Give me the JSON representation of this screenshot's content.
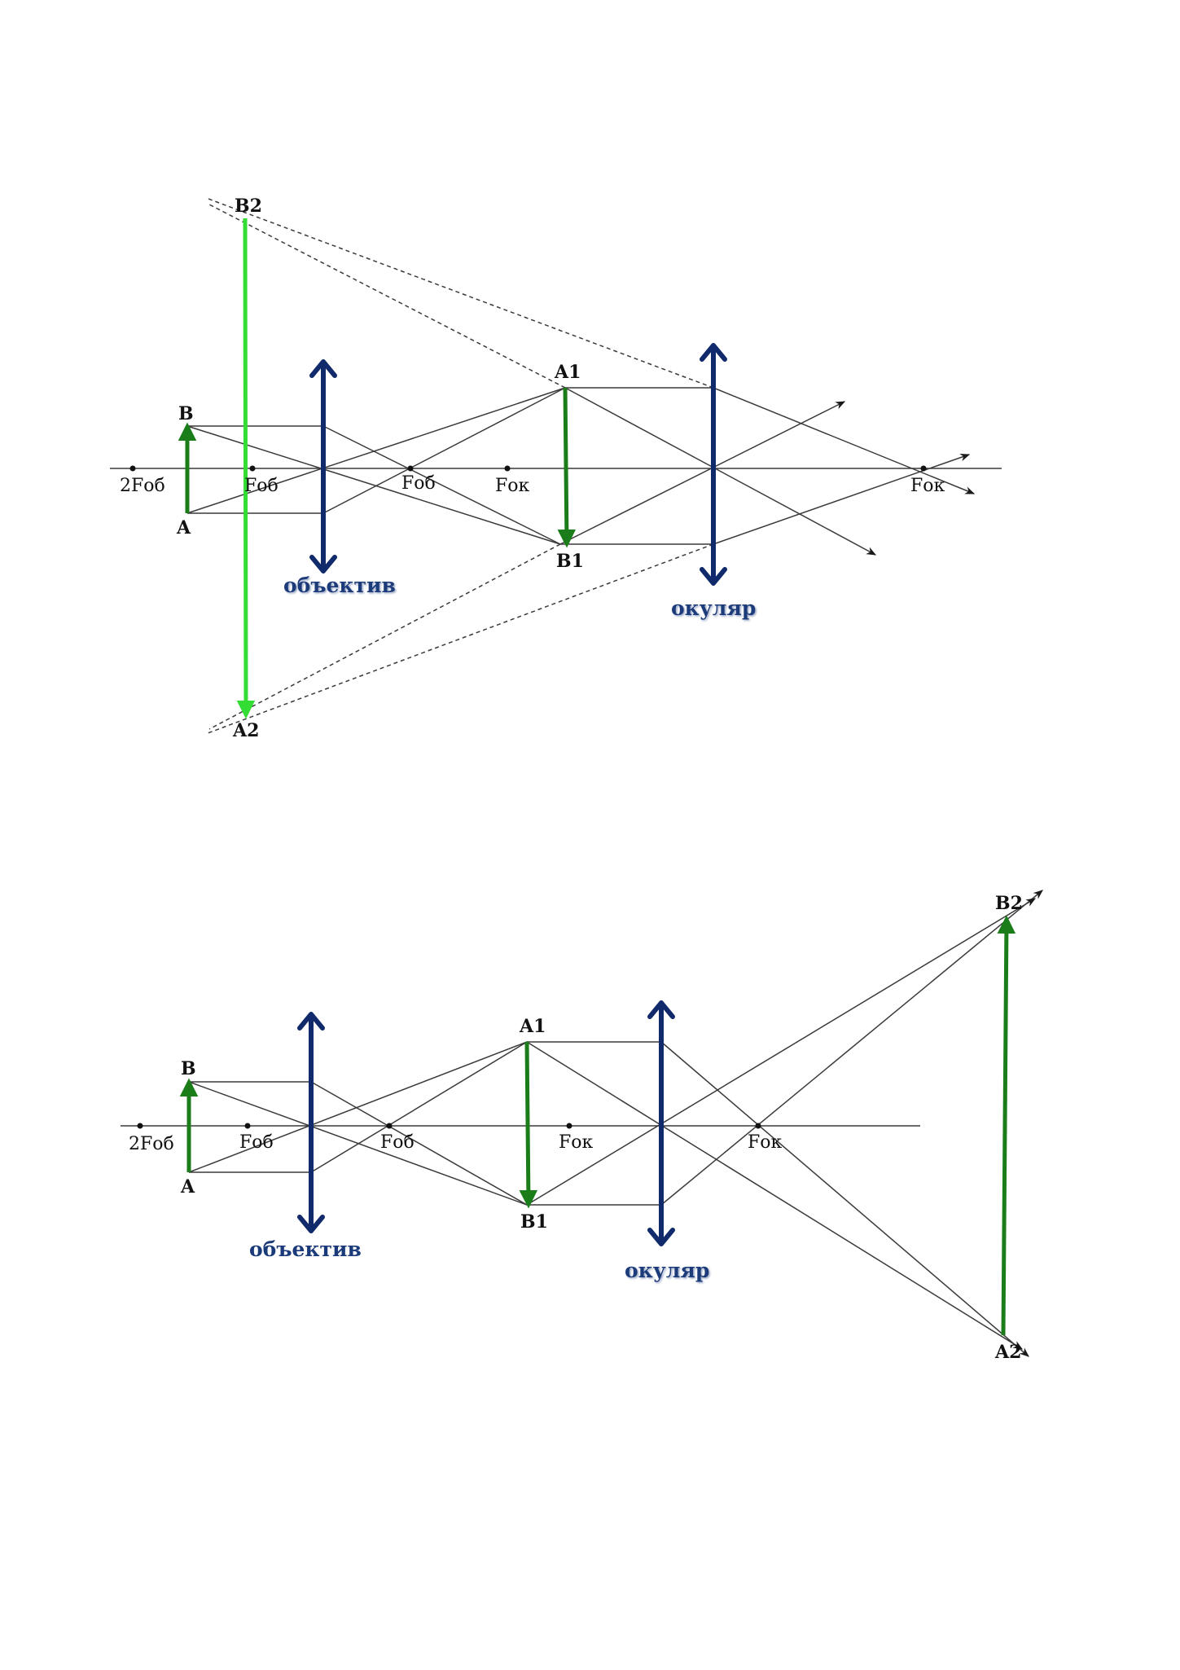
{
  "colors": {
    "lens": "#102a6b",
    "object_arrow": "#1a7d1a",
    "virtual_image_arrow": "#33dd33",
    "ray": "#3a3a3a",
    "lens_label": "#1b3a7a"
  },
  "diagram_1": {
    "points": {
      "A": "A",
      "B": "B",
      "A1": "A1",
      "B1": "B1",
      "A2": "A2",
      "B2": "B2"
    },
    "focus_labels": {
      "two_f_obj": "2Fоб",
      "f_obj_left": "Fоб",
      "f_obj_right": "Fоб",
      "f_eye_left": "Fок",
      "f_eye_right": "Fок"
    },
    "lens_labels": {
      "objective": "объектив",
      "eyepiece": "окуляр"
    }
  },
  "diagram_2": {
    "points": {
      "A": "A",
      "B": "B",
      "A1": "A1",
      "B1": "B1",
      "A2": "A2",
      "B2": "B2"
    },
    "focus_labels": {
      "two_f_obj": "2Fоб",
      "f_obj_left": "Fоб",
      "f_obj_right": "Fоб",
      "f_eye_left": "Fок",
      "f_eye_right": "Fок"
    },
    "lens_labels": {
      "objective": "объектив",
      "eyepiece": "окуляр"
    }
  }
}
